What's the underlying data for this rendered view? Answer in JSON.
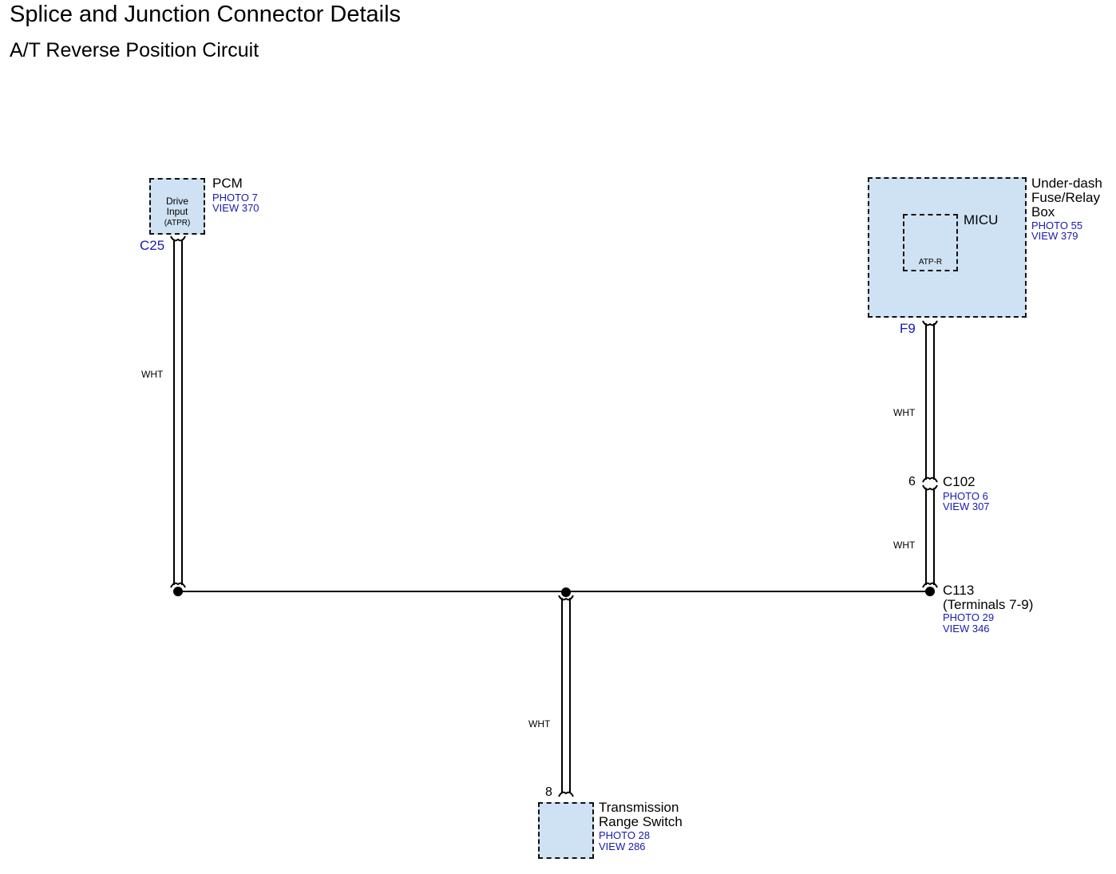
{
  "title": "Splice and Junction Connector Details",
  "subtitle": "A/T Reverse Position Circuit",
  "pcm": {
    "name": "PCM",
    "terminal_line1": "Drive",
    "terminal_line2": "Input",
    "terminal_line3": "(ATPR)",
    "photo": "PHOTO 7",
    "view": "VIEW 370",
    "connector": "C25"
  },
  "fuse_box": {
    "line1": "Under-dash",
    "line2": "Fuse/Relay",
    "line3": "Box",
    "photo": "PHOTO 55",
    "view": "VIEW 379",
    "micu": "MICU",
    "terminal": "ATP-R",
    "connector": "F9"
  },
  "c102": {
    "pin": "6",
    "name": "C102",
    "photo": "PHOTO 6",
    "view": "VIEW 307"
  },
  "c113": {
    "name": "C113",
    "terminals": "(Terminals 7-9)",
    "photo": "PHOTO 29",
    "view": "VIEW 346"
  },
  "trs": {
    "pin": "8",
    "line1": "Transmission",
    "line2": "Range Switch",
    "photo": "PHOTO 28",
    "view": "VIEW 286"
  },
  "wires": {
    "pcm_wire": "WHT",
    "fuse_to_c102": "WHT",
    "c102_to_c113": "WHT",
    "trs_wire": "WHT"
  },
  "colors": {
    "component_fill": "#cfe2f3",
    "reference_text": "#1a1ab0",
    "wire": "#000000"
  }
}
